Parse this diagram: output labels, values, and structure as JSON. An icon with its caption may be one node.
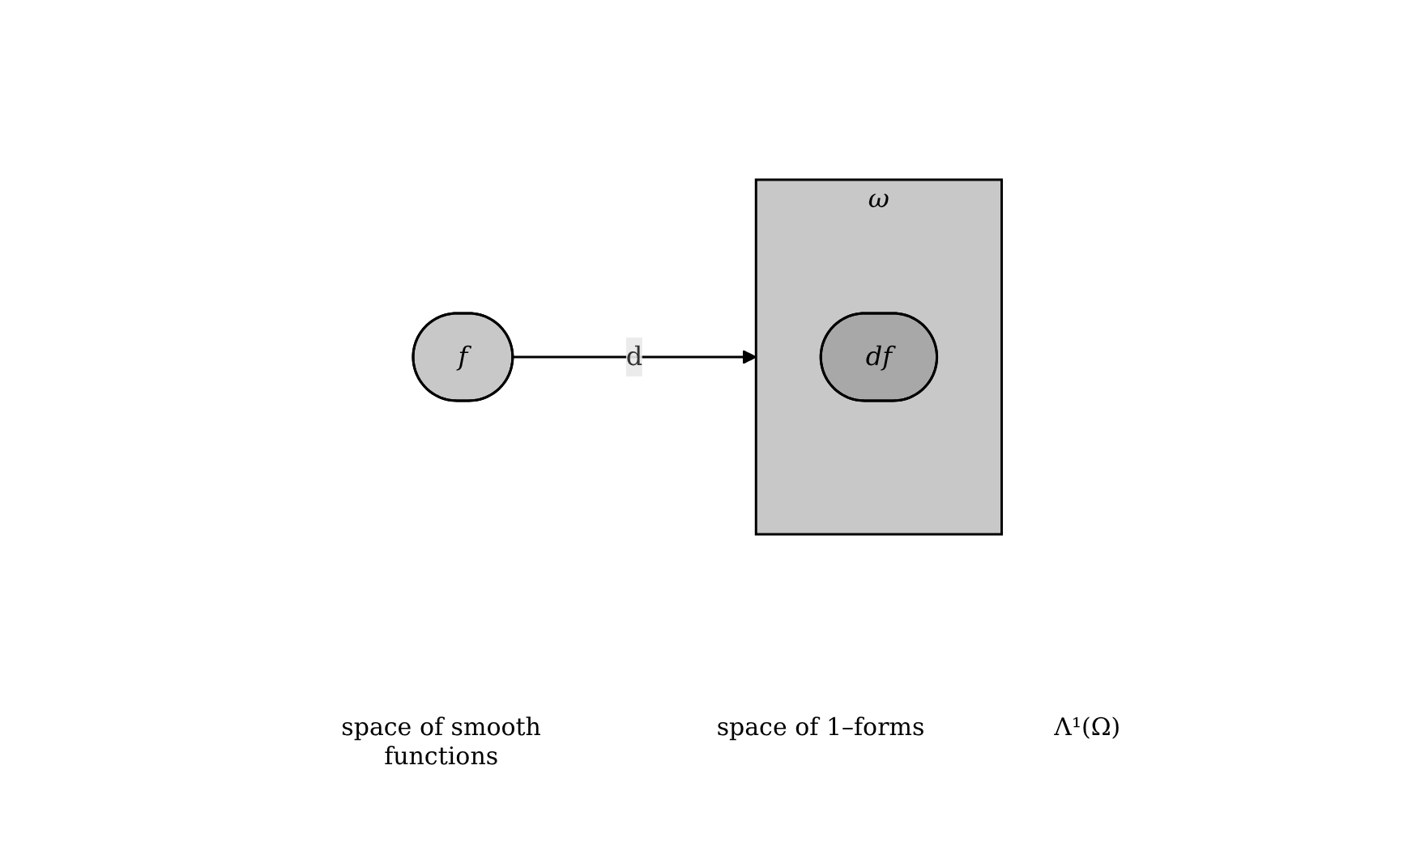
{
  "diagram": {
    "nodes": [
      {
        "text": [
          "f"
        ]
      },
      {
        "text": [
          "ω"
        ]
      },
      {
        "text": [
          "df"
        ],
        "in": 1
      }
    ],
    "edges": [
      {
        "from": 0,
        "to": 1,
        "label": "d",
        "arrow": "to"
      }
    ],
    "labels": [
      "space of smooth functions",
      "space of 1–forms",
      "Λ¹(Ω)"
    ]
  }
}
